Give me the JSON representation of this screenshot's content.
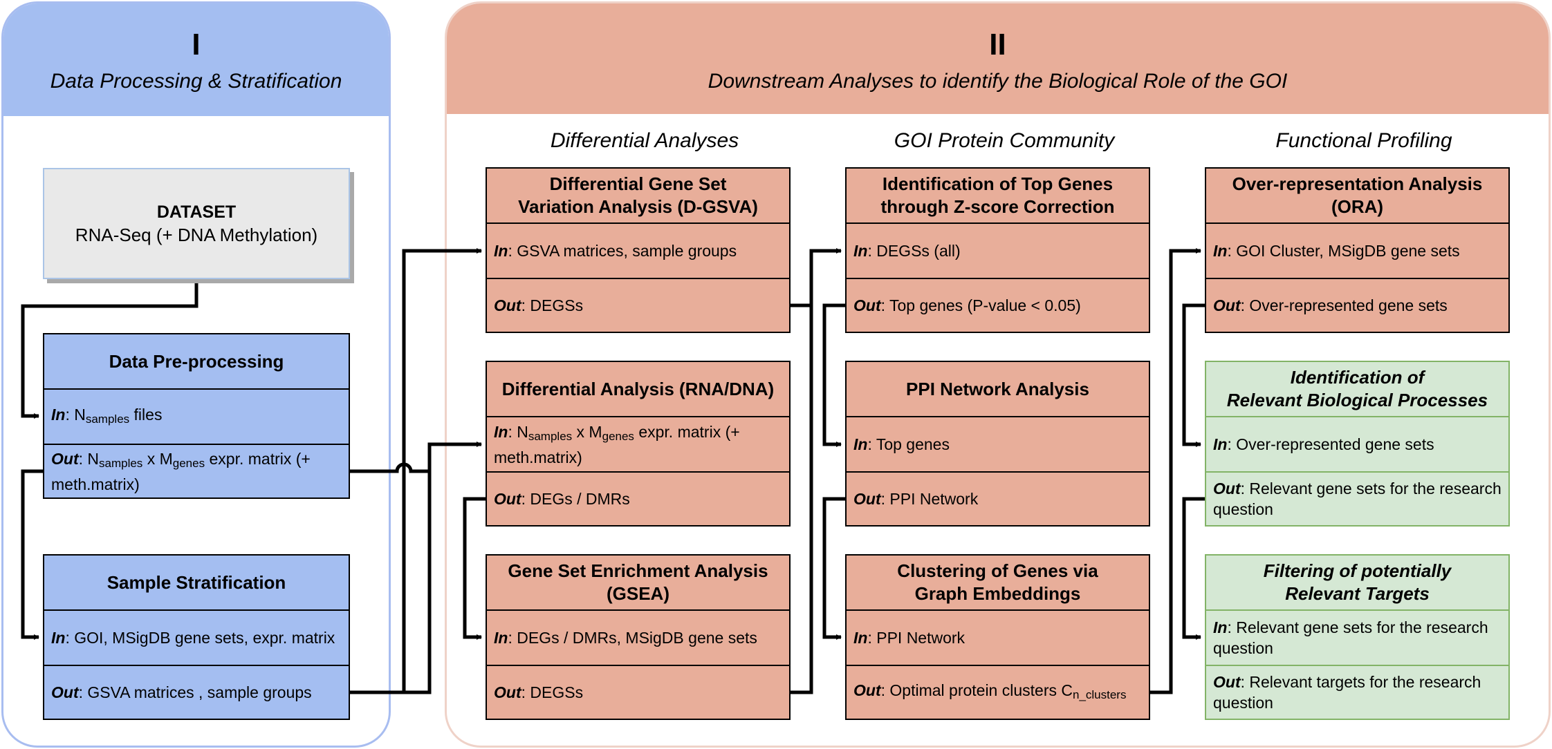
{
  "panel1": {
    "number": "I",
    "subtitle": "Data Processing & Stratification"
  },
  "panel2": {
    "number": "II",
    "subtitle": "Downstream Analyses to identify the Biological Role of the GOI"
  },
  "columns": {
    "differential": "Differential Analyses",
    "community": "GOI Protein Community",
    "functional": "Functional Profiling"
  },
  "dataset": {
    "title": "DATASET",
    "subtitle": "RNA-Seq (+ DNA Methylation)"
  },
  "labels": {
    "in": "In",
    "out": "Out"
  },
  "boxes": {
    "preprocessing": {
      "title": "Data Pre-processing",
      "in_pre": ": N",
      "in_sub": "samples",
      "in_post": " files",
      "out_pre": ": N",
      "out_sub1": "samples",
      "out_mid": " x M",
      "out_sub2": "genes",
      "out_post": " expr. matrix (+ meth.matrix)"
    },
    "stratification": {
      "title": "Sample Stratification",
      "in": ": GOI, MSigDB gene sets, expr. matrix",
      "out": ": GSVA matrices , sample groups"
    },
    "dgsva": {
      "title_l1": "Differential Gene Set",
      "title_l2": "Variation Analysis (D-GSVA)",
      "in": ": GSVA matrices, sample groups",
      "out": ": DEGSs"
    },
    "diff": {
      "title": "Differential Analysis (RNA/DNA)",
      "in_pre": ": N",
      "in_sub1": "samples",
      "in_mid": " x M",
      "in_sub2": "genes",
      "in_post": " expr. matrix (+ meth.matrix)",
      "out": ": DEGs / DMRs"
    },
    "gsea": {
      "title_l1": "Gene Set Enrichment Analysis",
      "title_l2": "(GSEA)",
      "in": ": DEGs / DMRs, MSigDB gene sets",
      "out": ": DEGSs"
    },
    "topgenes": {
      "title_l1": "Identification of Top Genes",
      "title_l2": "through Z-score Correction",
      "in": ": DEGSs (all)",
      "out": ": Top genes (P-value < 0.05)"
    },
    "ppi": {
      "title": "PPI Network Analysis",
      "in": ": Top genes",
      "out": ": PPI Network"
    },
    "clustering": {
      "title_l1": "Clustering of Genes via",
      "title_l2": "Graph Embeddings",
      "in": ": PPI Network",
      "out_pre": ": Optimal protein clusters C",
      "out_sub": "n_clusters"
    },
    "ora": {
      "title_l1": "Over-representation Analysis",
      "title_l2": "(ORA)",
      "in": ": GOI Cluster, MSigDB gene sets",
      "out": ": Over-represented gene sets"
    },
    "relevant_bio": {
      "title_l1": "Identification of",
      "title_l2": "Relevant Biological Processes",
      "in": ": Over-represented gene sets",
      "out": ": Relevant gene sets for the research question"
    },
    "filtering": {
      "title_l1": "Filtering of potentially",
      "title_l2": "Relevant Targets",
      "in": ": Relevant gene sets for the research question",
      "out": ": Relevant targets for the research question"
    }
  },
  "colors": {
    "blue": "#a4bef1",
    "salmon": "#e8ae9a",
    "green": "#d5e8d4",
    "green_border": "#82b366",
    "dataset_fill": "#e9e9e9"
  }
}
